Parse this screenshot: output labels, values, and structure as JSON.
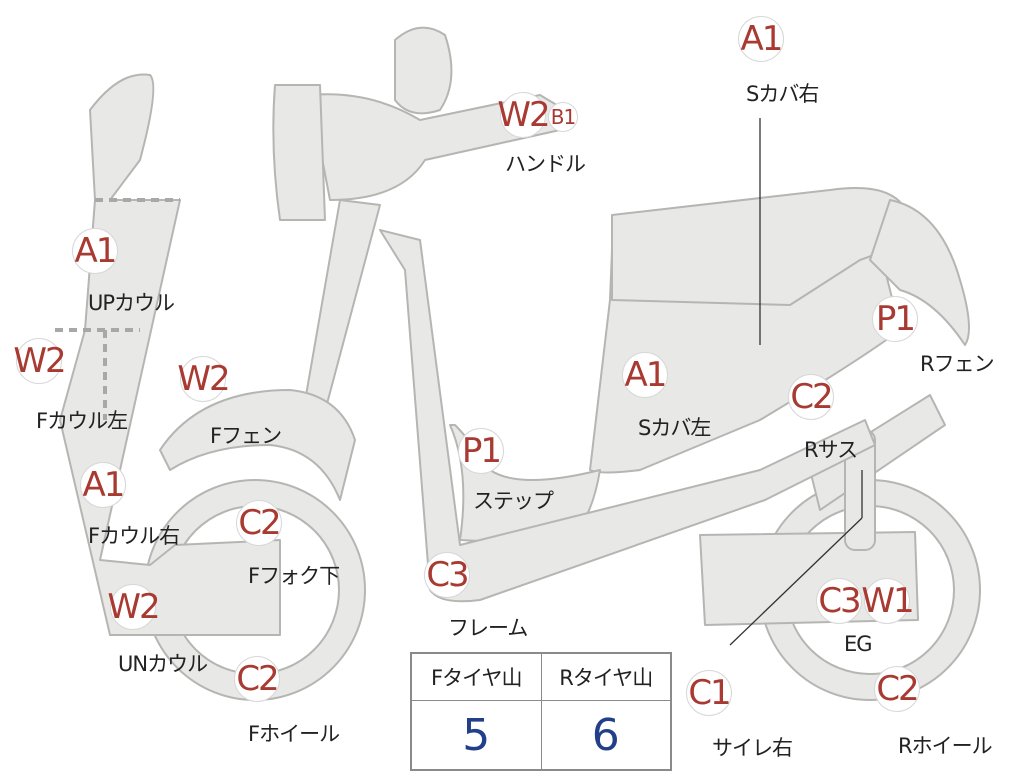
{
  "diagram": {
    "parts": [
      {
        "id": "upcowl",
        "grade": "A1",
        "label": "UPカウル"
      },
      {
        "id": "fcowl-left",
        "grade": "W2",
        "label": "Fカウル左"
      },
      {
        "id": "fcowl-right",
        "grade": "A1",
        "label": "Fカウル右"
      },
      {
        "id": "uncowl",
        "grade": "W2",
        "label": "UNカウル"
      },
      {
        "id": "ffender",
        "grade": "W2",
        "label": "Fフェン"
      },
      {
        "id": "ffork",
        "grade": "C2",
        "label": "Fフォク下"
      },
      {
        "id": "fwheel",
        "grade": "C2",
        "label": "Fホイール"
      },
      {
        "id": "handle",
        "grade": "W2",
        "grade2": "B1",
        "label": "ハンドル"
      },
      {
        "id": "step",
        "grade": "P1",
        "label": "ステップ"
      },
      {
        "id": "frame",
        "grade": "C3",
        "label": "フレーム"
      },
      {
        "id": "scover-left",
        "grade": "A1",
        "label": "Sカバ左"
      },
      {
        "id": "scover-right",
        "grade": "A1",
        "label": "Sカバ右"
      },
      {
        "id": "rfender",
        "grade": "P1",
        "label": "Rフェン"
      },
      {
        "id": "rsus",
        "grade": "C2",
        "label": "Rサス"
      },
      {
        "id": "engine",
        "grade": "C3",
        "grade2": "W1",
        "label": "EG"
      },
      {
        "id": "muffler-right",
        "grade": "C1",
        "label": "サイレ右"
      },
      {
        "id": "rwheel",
        "grade": "C2",
        "label": "Rホイール"
      }
    ],
    "tire_table": {
      "headers": [
        "Fタイヤ山",
        "Rタイヤ山"
      ],
      "values": [
        "5",
        "6"
      ]
    },
    "colors": {
      "part_fill": "#e8e8e6",
      "part_stroke": "#b5b5b2",
      "grade_text": "#a83a32",
      "tire_value": "#22408a"
    }
  }
}
